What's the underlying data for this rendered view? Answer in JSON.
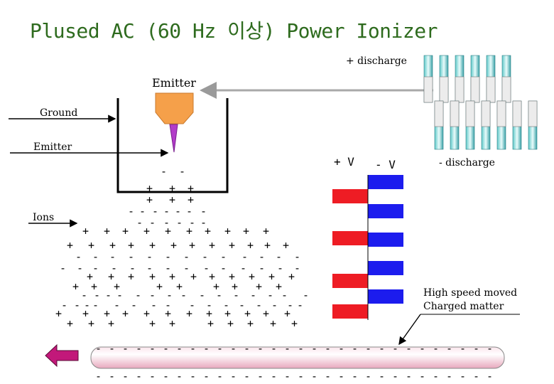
{
  "title": "Plused AC (60 Hz 이상) Power Ionizer",
  "labels": {
    "plus_discharge": "+ discharge",
    "minus_discharge": "- discharge",
    "emitter_top": "Emitter",
    "ground": "Ground",
    "emitter_left": "Emitter",
    "ions": "Ions",
    "plus_v": "+ V",
    "minus_v": "- V",
    "high_speed_line1": "High speed moved",
    "high_speed_line2": "Charged matter"
  },
  "colors": {
    "title": "#2e6b1e",
    "emitter_body": "#f5a04a",
    "emitter_tip": "#b23cc9",
    "pulse_red": "#ee1c24",
    "pulse_blue": "#1c1cee",
    "arrow_magenta": "#c2187a",
    "tube": "#f2c9d6"
  }
}
